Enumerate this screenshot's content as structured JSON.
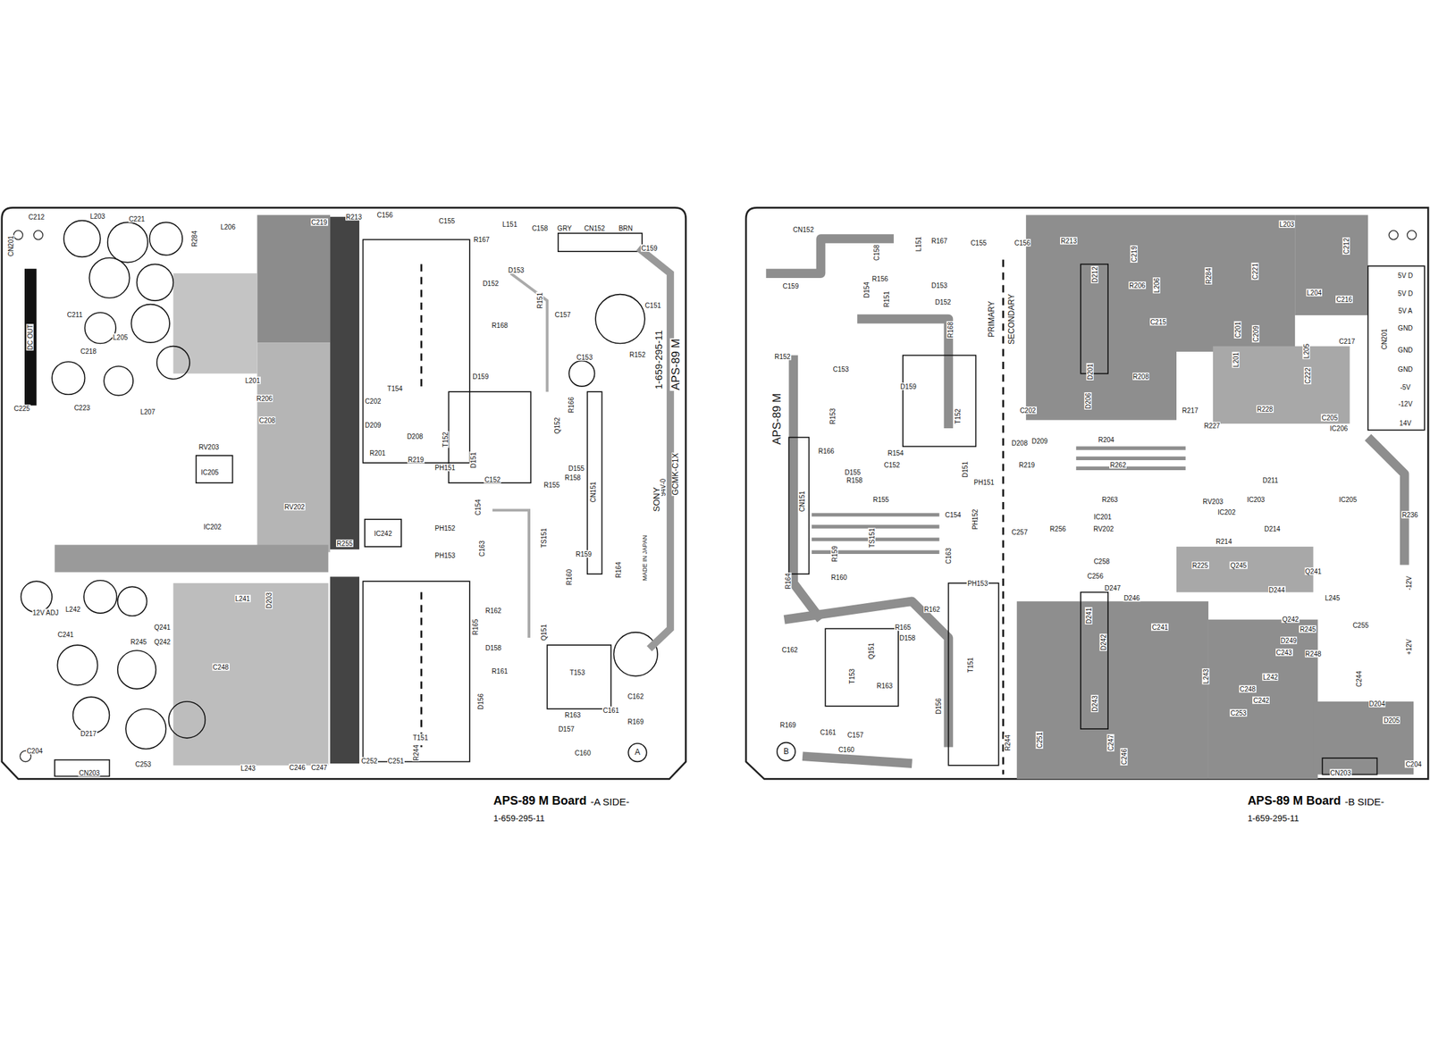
{
  "diagram": {
    "nodes": [
      {
        "text": [
          "APS-89 M Board",
          "-A SIDE-",
          "1-659-295-11"
        ]
      },
      {
        "text": [
          "APS-89 M Board",
          "-B SIDE-",
          "1-659-295-11"
        ]
      }
    ],
    "labels": [
      "C212",
      "L203",
      "C221",
      "R284",
      "L206",
      "C219",
      "R213",
      "C156",
      "C155",
      "L151",
      "C158",
      "GRY",
      "CN152",
      "BRN",
      "C159",
      "R167",
      "D153",
      "D152",
      "R151",
      "R168",
      "C157",
      "C151",
      "R152",
      "C153",
      "D159",
      "T154",
      "T152",
      "D151",
      "C152",
      "R166",
      "Q152",
      "D155",
      "R158",
      "R155",
      "CN151",
      "PH151",
      "PH152",
      "PH153",
      "C154",
      "TS151",
      "C163",
      "R159",
      "R160",
      "R164",
      "R162",
      "R165",
      "D158",
      "Q151",
      "T153",
      "R161",
      "D156",
      "R163",
      "C161",
      "R169",
      "D157",
      "C160",
      "C162",
      "T151",
      "C252",
      "C251",
      "R244",
      "C246",
      "C247",
      "L243",
      "C253",
      "CN203",
      "C204",
      "D217",
      "CN201",
      "DC OUT",
      "C225",
      "C223",
      "C218",
      "C211",
      "L205",
      "L201",
      "L207",
      "R206",
      "C208",
      "IC205",
      "RV203",
      "RV202",
      "IC242",
      "R255",
      "D203",
      "L241",
      "L242",
      "C241",
      "R245",
      "Q242",
      "Q241",
      "C248",
      "C202",
      "D209",
      "D208",
      "R201",
      "R219",
      "IC202",
      "APS-89 M",
      "1-659-295-11",
      "GCMK-C1X",
      "94V-0",
      "SONY",
      "MADE IN JAPAN",
      "A",
      "12V ADJ",
      "CN152",
      "C158",
      "L151",
      "R167",
      "C155",
      "C156",
      "R213",
      "C219",
      "L206",
      "R284",
      "C221",
      "L203",
      "C212",
      "5V D",
      "5V D",
      "5V A",
      "GND",
      "GND",
      "GND",
      "-5V",
      "-12V",
      "14V",
      "CN201",
      "C159",
      "D154",
      "R156",
      "D153",
      "D152",
      "R151",
      "R152",
      "C153",
      "R168",
      "T152",
      "D159",
      "PRIMARY",
      "SECONDARY",
      "APS-89 M",
      "R153",
      "R166",
      "D155",
      "R158",
      "R154",
      "C152",
      "CN151",
      "R155",
      "TS151",
      "R159",
      "R160",
      "R164",
      "C154",
      "PH152",
      "PH153",
      "C163",
      "D151",
      "PH151",
      "C202",
      "D208",
      "D209",
      "R219",
      "R262",
      "R263",
      "RV202",
      "RV203",
      "IC202",
      "IC203",
      "D211",
      "IC201",
      "C257",
      "C258",
      "C256",
      "D247",
      "D246",
      "R256",
      "R225",
      "Q245",
      "D214",
      "R214",
      "D244",
      "L245",
      "Q241",
      "C241",
      "D241",
      "D242",
      "D243",
      "T151",
      "R162",
      "R165",
      "D158",
      "Q151",
      "T153",
      "C162",
      "R163",
      "D156",
      "R169",
      "C161",
      "C157",
      "C160",
      "R244",
      "C251",
      "C246",
      "C247",
      "C253",
      "L242",
      "C248",
      "C242",
      "L243",
      "CN203",
      "C204",
      "D205",
      "D204",
      "C244",
      "C243",
      "R245",
      "Q242",
      "D249",
      "C255",
      "R248",
      "-12V",
      "+12V",
      "IC206",
      "IC205",
      "R236",
      "R217",
      "R227",
      "R228",
      "L201",
      "L204",
      "L205",
      "D201",
      "D206",
      "D212",
      "R206",
      "R208",
      "C215",
      "C216",
      "C217",
      "C209",
      "C201",
      "C222",
      "C205",
      "R204",
      "B"
    ]
  }
}
